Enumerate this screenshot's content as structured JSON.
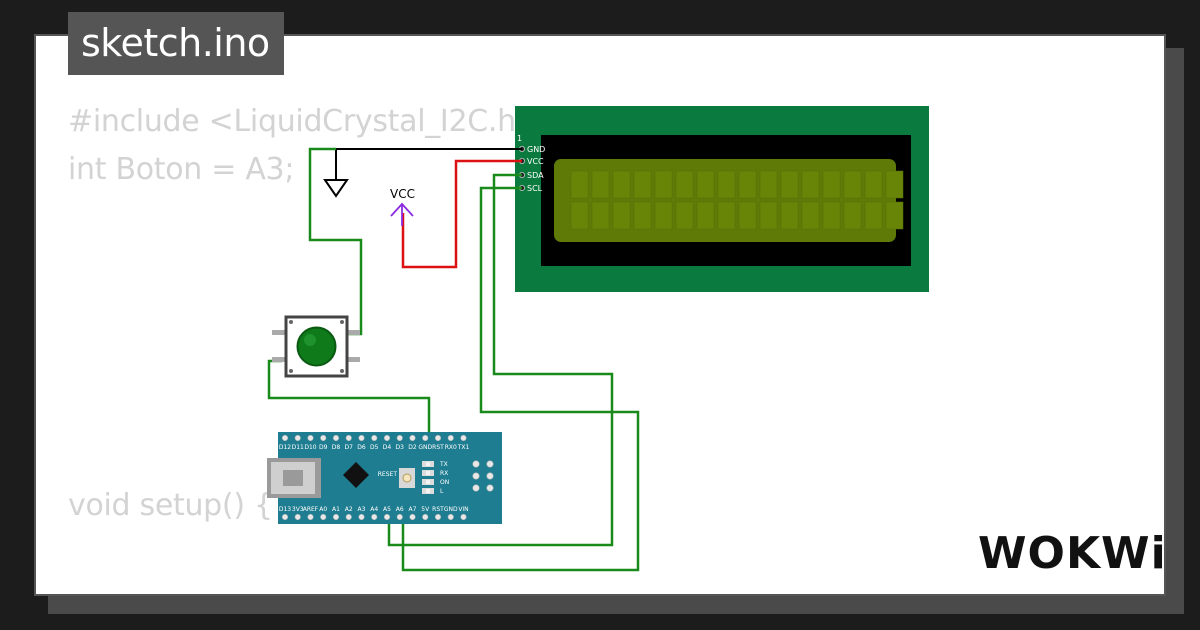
{
  "file": {
    "name": "sketch.ino"
  },
  "code": {
    "lines": [
      "#include <LiquidCrystal_I2C.h>",
      "int Boton = A3;",
      "void setup() {"
    ]
  },
  "lcd": {
    "pins": [
      "GND",
      "VCC",
      "SDA",
      "SCL"
    ],
    "pin1_marker": "1",
    "columns": 16,
    "rows": 2
  },
  "vcc_label": "VCC",
  "nano": {
    "top_pins": [
      "D12",
      "D11",
      "D10",
      "D9",
      "D8",
      "D7",
      "D6",
      "D5",
      "D4",
      "D3",
      "D2",
      "GND",
      "RST",
      "RX0",
      "TX1"
    ],
    "bottom_pins": [
      "D13",
      "3V3",
      "AREF",
      "A0",
      "A1",
      "A2",
      "A3",
      "A4",
      "A5",
      "A6",
      "A7",
      "5V",
      "RST",
      "GND",
      "VIN"
    ],
    "led_labels": [
      "TX",
      "RX",
      "ON",
      "L"
    ],
    "reset_label": "RESET"
  },
  "brand": {
    "logo_text": "WOKWi"
  },
  "colors": {
    "wire_green": "#1a8a1a",
    "wire_red": "#dd1111",
    "wire_black": "#000000",
    "pcb_green": "#0a7a3e",
    "nano_teal": "#1e7d91",
    "lcd_screen": "#5f7a07",
    "button_cap": "#0e7a1a"
  }
}
